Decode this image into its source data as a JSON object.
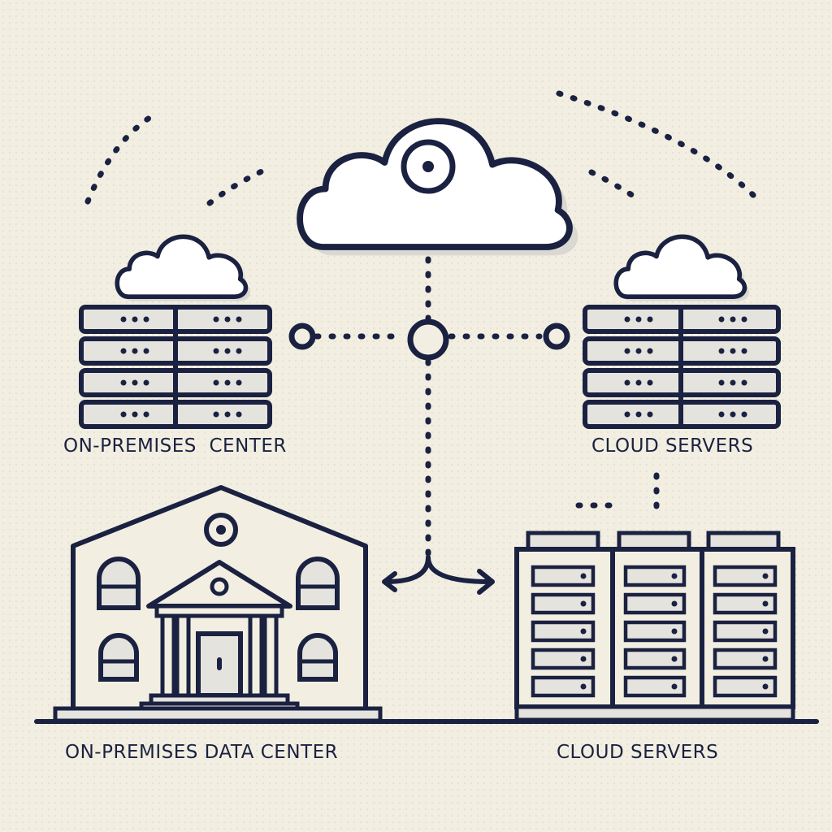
{
  "labels": {
    "upper_left": "ON-PREMISES  CENTER",
    "upper_right": "CLOUD SERVERS",
    "lower_left": "ON-PREMISES DATA CENTER",
    "lower_right": "CLOUD SERVERS"
  },
  "colors": {
    "ink": "#1b2140",
    "background": "#f2efe2",
    "shadow": "#d9d8d3",
    "cloud_fill": "#ffffff"
  },
  "icons": [
    "cloud-icon",
    "server-rack-icon",
    "building-icon",
    "server-cabinet-icon",
    "connection-node-icon",
    "double-arrow-icon"
  ]
}
